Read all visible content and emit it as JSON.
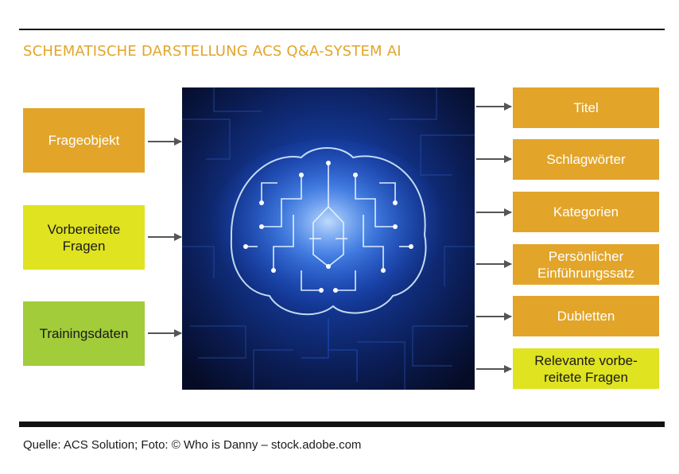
{
  "title": "SCHEMATISCHE DARSTELLUNG ACS Q&A-SYSTEM AI",
  "colors": {
    "orange": "#e2a52a",
    "yellow": "#dfe320",
    "green": "#a2cc3a",
    "arrow": "#555555",
    "rule": "#111111"
  },
  "inputs": [
    {
      "label": "Frageobjekt",
      "color": "orange"
    },
    {
      "label": "Vorbereitete\nFragen",
      "color": "yellow"
    },
    {
      "label": "Trainingsdaten",
      "color": "green"
    }
  ],
  "outputs": [
    {
      "label": "Titel",
      "color": "orange"
    },
    {
      "label": "Schlagwörter",
      "color": "orange"
    },
    {
      "label": "Kategorien",
      "color": "orange"
    },
    {
      "label": "Persönlicher\nEinführungssatz",
      "color": "orange"
    },
    {
      "label": "Dubletten",
      "color": "orange"
    },
    {
      "label": "Relevante vorbe-\nreitete Fragen",
      "color": "yellow"
    }
  ],
  "image": {
    "subject": "circuit-brain"
  },
  "source": "Quelle: ACS Solution; Foto: © Who is Danny – stock.adobe.com"
}
